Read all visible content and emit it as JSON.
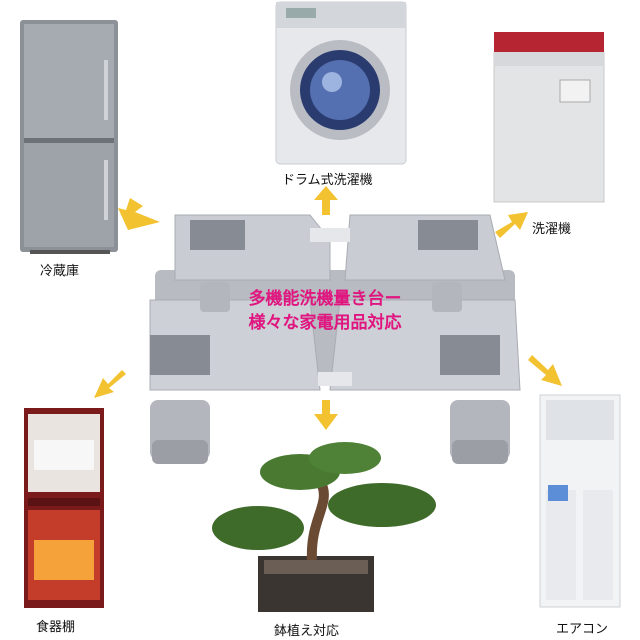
{
  "center": {
    "line1": "多機能洗機量き台ー",
    "line2": "様々な家電用品対応"
  },
  "labels": {
    "refrigerator": "冷蔵庫",
    "drum_washer": "ドラム式洗濯機",
    "washer": "洗濯機",
    "dish_cabinet": "食器棚",
    "bonsai": "鉢植え対応",
    "aircon": "エアコン"
  },
  "colors": {
    "arrow": "#f2c230",
    "accent_text": "#e0157f",
    "stand": "#c9ccd2"
  }
}
